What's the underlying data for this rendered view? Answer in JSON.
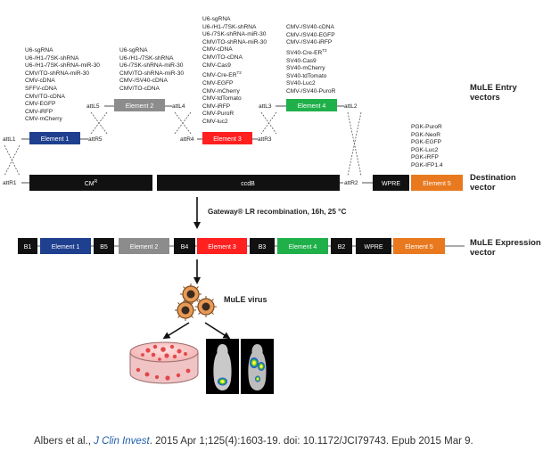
{
  "element_lists": {
    "element1": [
      "U6-sgRNA",
      "U6-/H1-/7SK-shRNA",
      "U6-/H1-/7SK-shRNA-miR-30",
      "CMV/TO-shRNA-miR-30",
      "CMV-cDNA",
      "SFFV-cDNA",
      "CMV/TO-cDNA",
      "CMV-EGFP",
      "CMV-iRFP",
      "CMV-mCherry"
    ],
    "element2": [
      "U6-sgRNA",
      "U6-/H1-/7SK-shRNA",
      "U6-/7SK-shRNA-miR-30",
      "CMV/TO-shRNA-miR-30",
      "CMV-/SV40-cDNA",
      "CMV/TO-cDNA"
    ],
    "element3": [
      "U6-sgRNA",
      "U6-/H1-/7SK-shRNA",
      "U6-/7SK-shRNA-miR-30",
      "CMV/TO-shRNA-miR-30",
      "CMV-cDNA",
      "CMV/TO-cDNA",
      "CMV-Cas9",
      "CMV-Cre-ER",
      "CMV-EGFP",
      "CMV-mCherry",
      "CMV-tdTomato",
      "CMV-iRFP",
      "CMV-PuroR",
      "CMV-luc2"
    ],
    "element4": [
      "CMV-/SV40-cDNA",
      "CMV-/SV40-EGFP",
      "CMV-/SV40-iRFP",
      "SV40-Cre-ER",
      "SV40-Cas9",
      "SV40-mCherry",
      "SV40-tdTomato",
      "SV40-Luc2",
      "CMV-/SV40-PuroR"
    ],
    "element5": [
      "PGK-PuroR",
      "PGK-NeoR",
      "PGK-EGFP",
      "PGK-Luc2",
      "PGK-iRFP",
      "PGK-IFP1.4"
    ]
  },
  "superscript": "T2",
  "entry": {
    "element1": "Element 1",
    "element2": "Element 2",
    "element3": "Element 3",
    "element4": "Element 4",
    "attL1": "attL1",
    "attR5": "attR5",
    "attL5": "attL5",
    "attL4": "attL4",
    "attR4": "attR4",
    "attR3": "attR3",
    "attL3": "attL3",
    "attL2": "attL2"
  },
  "entry_label": "MuLE Entry vectors",
  "destination": {
    "attR1": "attR1",
    "cm": "CM",
    "cm_sup": "R",
    "ccdb": "ccdB",
    "attR2": "attR2",
    "wpre": "WPRE",
    "element5": "Element 5"
  },
  "destination_label": "Destination vector",
  "recombination_label": "Gateway® LR recombination, 16h, 25 °C",
  "expression": {
    "b1": "B1",
    "element1": "Element 1",
    "b5": "B5",
    "element2": "Element 2",
    "b4": "B4",
    "element3": "Element 3",
    "b3": "B3",
    "element4": "Element 4",
    "b2": "B2",
    "wpre": "WPRE",
    "element5": "Element 5"
  },
  "expression_label": "MuLE Expression vector",
  "virus_label": "MuLE virus",
  "citation": {
    "prefix": "Albers et al., ",
    "journal": "J Clin Invest",
    "suffix": ". 2015 Apr 1;125(4):1603-19. doi: 10.1172/JCI79743. Epub 2015 Mar 9."
  },
  "colors": {
    "element1": "#1f3f8f",
    "element2": "#8c8c8c",
    "element3": "#ff2020",
    "element4": "#1fb04a",
    "element5": "#e8791f",
    "black_box": "#111111"
  }
}
